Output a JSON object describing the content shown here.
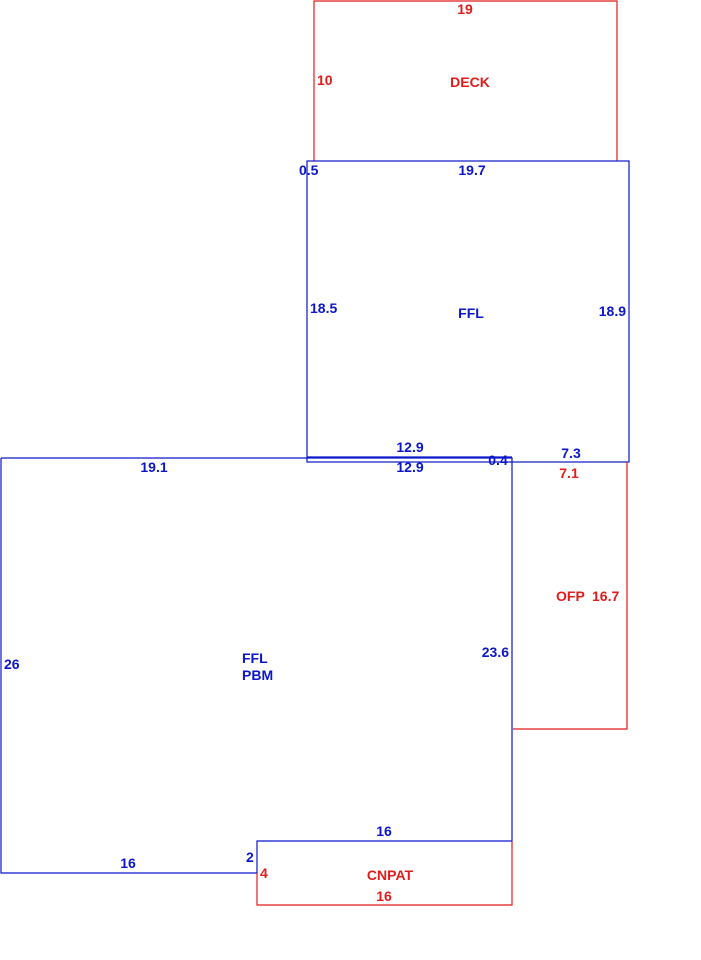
{
  "colors": {
    "main_area": "#0b16c9",
    "other_area": "#e21b1b",
    "background": "#ffffff"
  },
  "deck": {
    "label": "DECK",
    "top": "19",
    "left": "10"
  },
  "upper_ffl": {
    "label": "FFL",
    "top": "19.7",
    "left_offset": "0.5",
    "left": "18.5",
    "right": "18.9",
    "bottom": "12.9"
  },
  "main": {
    "label_line1": "FFL",
    "label_line2": "PBM",
    "top": "19.1",
    "top_right": "12.9",
    "jog": "0.4",
    "left": "26",
    "right": "23.6",
    "bottom": "16",
    "step": "2"
  },
  "ofp": {
    "label": "OFP",
    "side": "16.7",
    "top_blue": "7.3",
    "top_red": "7.1"
  },
  "cnpat": {
    "label": "CNPAT",
    "top": "16",
    "bottom": "16",
    "left": "4"
  }
}
